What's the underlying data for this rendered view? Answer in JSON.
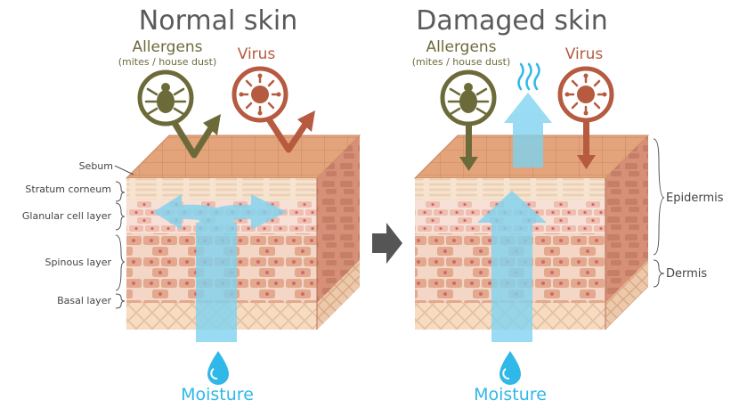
{
  "panels": {
    "left": {
      "title": "Normal skin",
      "allergen_label": "Allergens",
      "allergen_sub": "(mites / house dust)",
      "virus_label": "Virus",
      "moisture_label": "Moisture"
    },
    "right": {
      "title": "Damaged skin",
      "allergen_label": "Allergens",
      "allergen_sub": "(mites / house dust)",
      "virus_label": "Virus",
      "moisture_label": "Moisture"
    }
  },
  "layers": [
    "Sebum",
    "Stratum corneum",
    "Glanular cell layer",
    "Spinous layer",
    "Basal layer"
  ],
  "side_labels": [
    "Epidermis",
    "Dermis"
  ],
  "colors": {
    "allergen": "#6d6a3a",
    "virus": "#b65a40",
    "moisture": "#2fb8e8",
    "moisture_fill": "#7fd3f0",
    "sebum_top": "#e3a47c",
    "corneum": "#f2dcc5",
    "granular": "#eebfb0",
    "spinous": "#e3a98e",
    "basal": "#f1d2b5",
    "side_dark": "#c57e68",
    "arrow_gray": "#555555",
    "title": "#5a5a5a"
  },
  "icons": {
    "allergen": "mite-icon",
    "virus": "virus-icon",
    "moisture": "water-drop-icon",
    "vapor": "vapor-icon",
    "transition": "right-arrow-icon"
  }
}
